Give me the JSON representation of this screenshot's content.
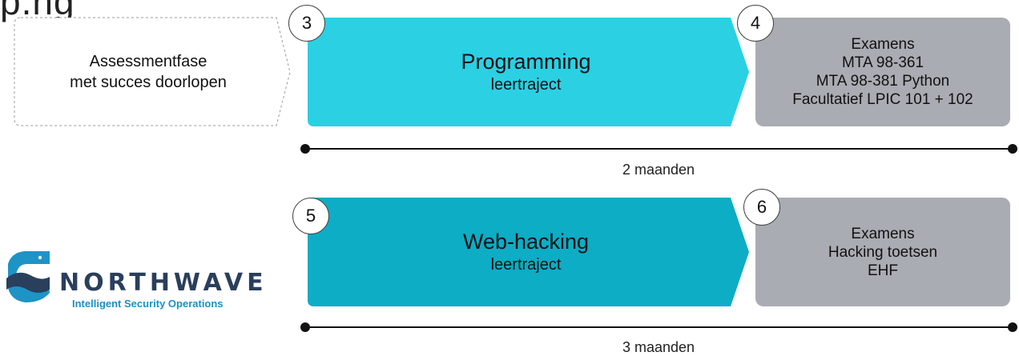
{
  "title_fragment": "p.ng",
  "assessment": {
    "line1": "Assessmentfase",
    "line2": "met succes doorlopen"
  },
  "rows": [
    {
      "stage_number": "3",
      "stage_title": "Programming",
      "stage_sub": "leertraject",
      "stage_color": "#2bd0e3",
      "exam_number": "4",
      "exam_lines": [
        "Examens",
        "MTA 98-361",
        "MTA 98-381 Python",
        "Facultatief LPIC 101 + 102"
      ],
      "duration": "2 maanden"
    },
    {
      "stage_number": "5",
      "stage_title": "Web-hacking",
      "stage_sub": "leertraject",
      "stage_color": "#0cadc5",
      "exam_number": "6",
      "exam_lines": [
        "Examens",
        "Hacking toetsen",
        "EHF"
      ],
      "duration": "3 maanden"
    }
  ],
  "logo": {
    "name": "NORTHWAVE",
    "tagline": "Intelligent Security Operations"
  },
  "colors": {
    "exam_box": "#a9acb2",
    "timeline": "#111111"
  }
}
